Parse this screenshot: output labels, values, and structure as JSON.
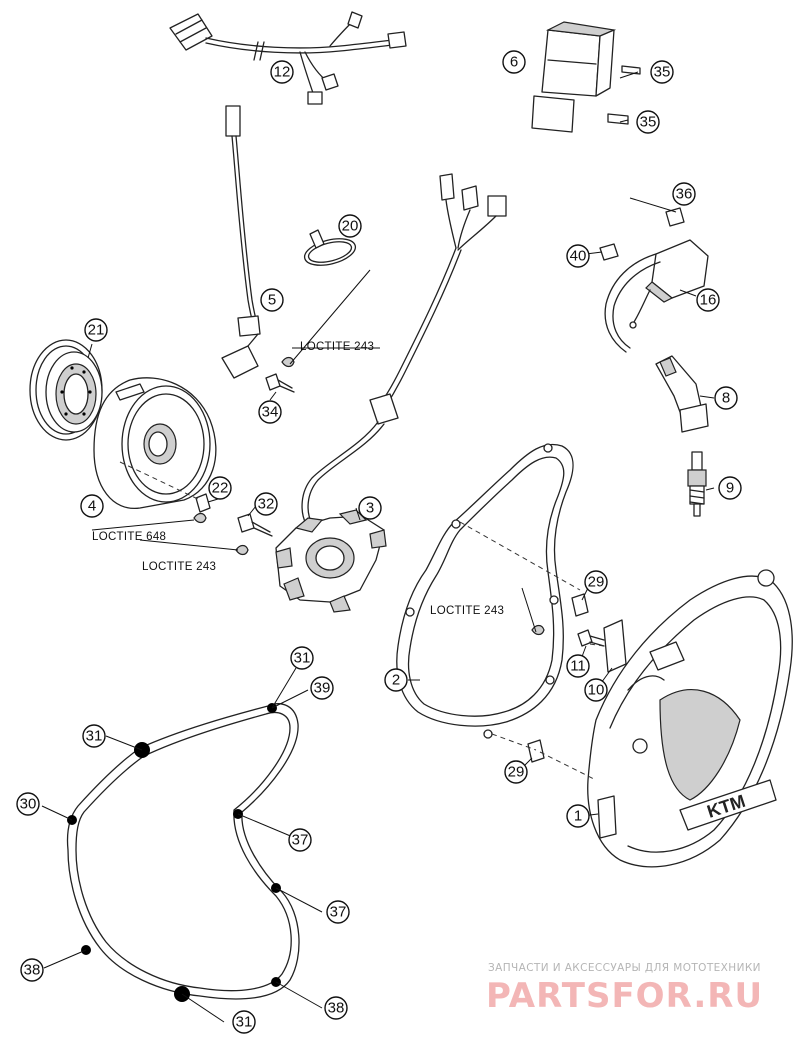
{
  "callouts": [
    {
      "id": "c1",
      "label": "1"
    },
    {
      "id": "c2",
      "label": "2"
    },
    {
      "id": "c3",
      "label": "3"
    },
    {
      "id": "c4",
      "label": "4"
    },
    {
      "id": "c5",
      "label": "5"
    },
    {
      "id": "c6",
      "label": "6"
    },
    {
      "id": "c8",
      "label": "8"
    },
    {
      "id": "c9",
      "label": "9"
    },
    {
      "id": "c10",
      "label": "10"
    },
    {
      "id": "c11",
      "label": "11"
    },
    {
      "id": "c12",
      "label": "12"
    },
    {
      "id": "c16",
      "label": "16"
    },
    {
      "id": "c20",
      "label": "20"
    },
    {
      "id": "c21",
      "label": "21"
    },
    {
      "id": "c22",
      "label": "22"
    },
    {
      "id": "c29a",
      "label": "29"
    },
    {
      "id": "c29b",
      "label": "29"
    },
    {
      "id": "c30",
      "label": "30"
    },
    {
      "id": "c31a",
      "label": "31"
    },
    {
      "id": "c31b",
      "label": "31"
    },
    {
      "id": "c31c",
      "label": "31"
    },
    {
      "id": "c32",
      "label": "32"
    },
    {
      "id": "c34",
      "label": "34"
    },
    {
      "id": "c35a",
      "label": "35"
    },
    {
      "id": "c35b",
      "label": "35"
    },
    {
      "id": "c36",
      "label": "36"
    },
    {
      "id": "c37a",
      "label": "37"
    },
    {
      "id": "c37b",
      "label": "37"
    },
    {
      "id": "c38a",
      "label": "38"
    },
    {
      "id": "c38b",
      "label": "38"
    },
    {
      "id": "c39",
      "label": "39"
    },
    {
      "id": "c40",
      "label": "40"
    }
  ],
  "notes": {
    "loctite_243_screw34": "LOCTITE 243",
    "loctite_648": "LOCTITE 648",
    "loctite_243_screw32": "LOCTITE 243",
    "loctite_243_screw11": "LOCTITE 243"
  },
  "cover_logo": "KTM",
  "watermark": {
    "caption": "ЗАПЧАСТИ И АКСЕССУАРЫ ДЛЯ МОТОТЕХНИКИ",
    "brand": "PARTSFOR.RU"
  }
}
